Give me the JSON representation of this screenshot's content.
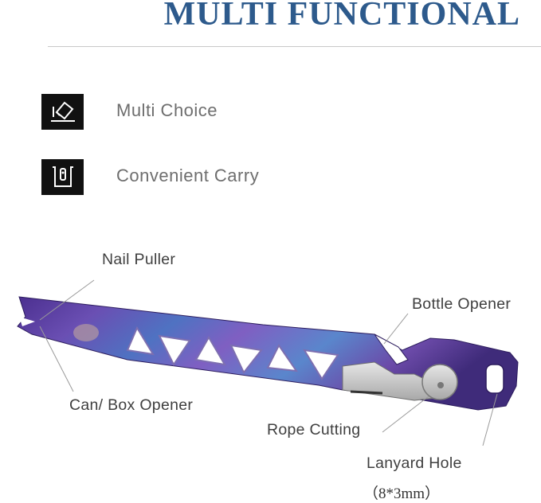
{
  "heading": "MULTI FUNCTIONAL",
  "features": [
    {
      "label": "Multi Choice",
      "icon": "eraser-pen-icon"
    },
    {
      "label": "Convenient Carry",
      "icon": "pocket-clip-icon"
    }
  ],
  "callouts": {
    "nail_puller": "Nail Puller",
    "bottle_opener": "Bottle Opener",
    "can_box_opener": "Can/ Box Opener",
    "rope_cutting": "Rope Cutting",
    "lanyard_hole": "Lanyard Hole",
    "lanyard_size": "（8*3mm）"
  },
  "colors": {
    "heading": "#2d5a8c",
    "tool_purple": "#5a3d9e",
    "tool_blue": "#5b86c9",
    "blade_steel": "#c9c9c9"
  }
}
